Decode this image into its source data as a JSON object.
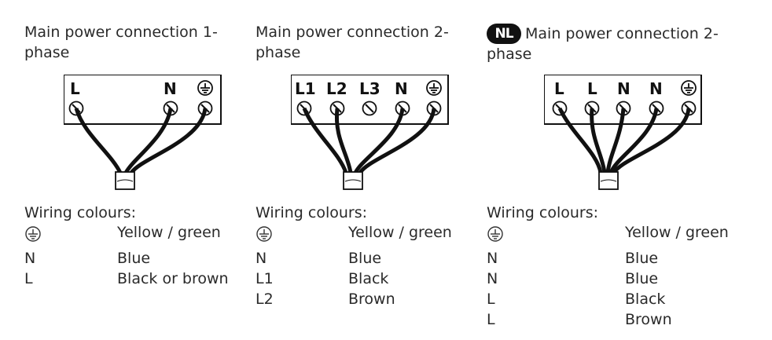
{
  "panels": [
    {
      "title_line1": "Main power connection 1-",
      "title_line2": "phase",
      "badge": "",
      "terminals": [
        "L",
        "N",
        "earth"
      ],
      "colours_label": "Wiring colours:",
      "rows": [
        {
          "code": "earth",
          "colour": "Yellow / green"
        },
        {
          "code": "N",
          "colour": "Blue"
        },
        {
          "code": "L",
          "colour": "Black or brown"
        }
      ]
    },
    {
      "title_line1": "Main power connection 2-",
      "title_line2": "phase",
      "badge": "",
      "terminals": [
        "L1",
        "L2",
        "L3",
        "N",
        "earth"
      ],
      "colours_label": "Wiring colours:",
      "rows": [
        {
          "code": "earth",
          "colour": "Yellow / green"
        },
        {
          "code": "N",
          "colour": "Blue"
        },
        {
          "code": "L1",
          "colour": "Black"
        },
        {
          "code": "L2",
          "colour": "Brown"
        }
      ]
    },
    {
      "title_line1": "Main power connection 2-",
      "title_line2": "phase",
      "badge": "NL",
      "terminals": [
        "L",
        "L",
        "N",
        "N",
        "earth"
      ],
      "colours_label": "Wiring colours:",
      "rows": [
        {
          "code": "earth",
          "colour": "Yellow / green"
        },
        {
          "code": "N",
          "colour": "Blue"
        },
        {
          "code": "N",
          "colour": "Blue"
        },
        {
          "code": "L",
          "colour": "Black"
        },
        {
          "code": "L",
          "colour": "Brown"
        }
      ]
    }
  ],
  "icons": {
    "earth": "earth-ground-icon"
  }
}
